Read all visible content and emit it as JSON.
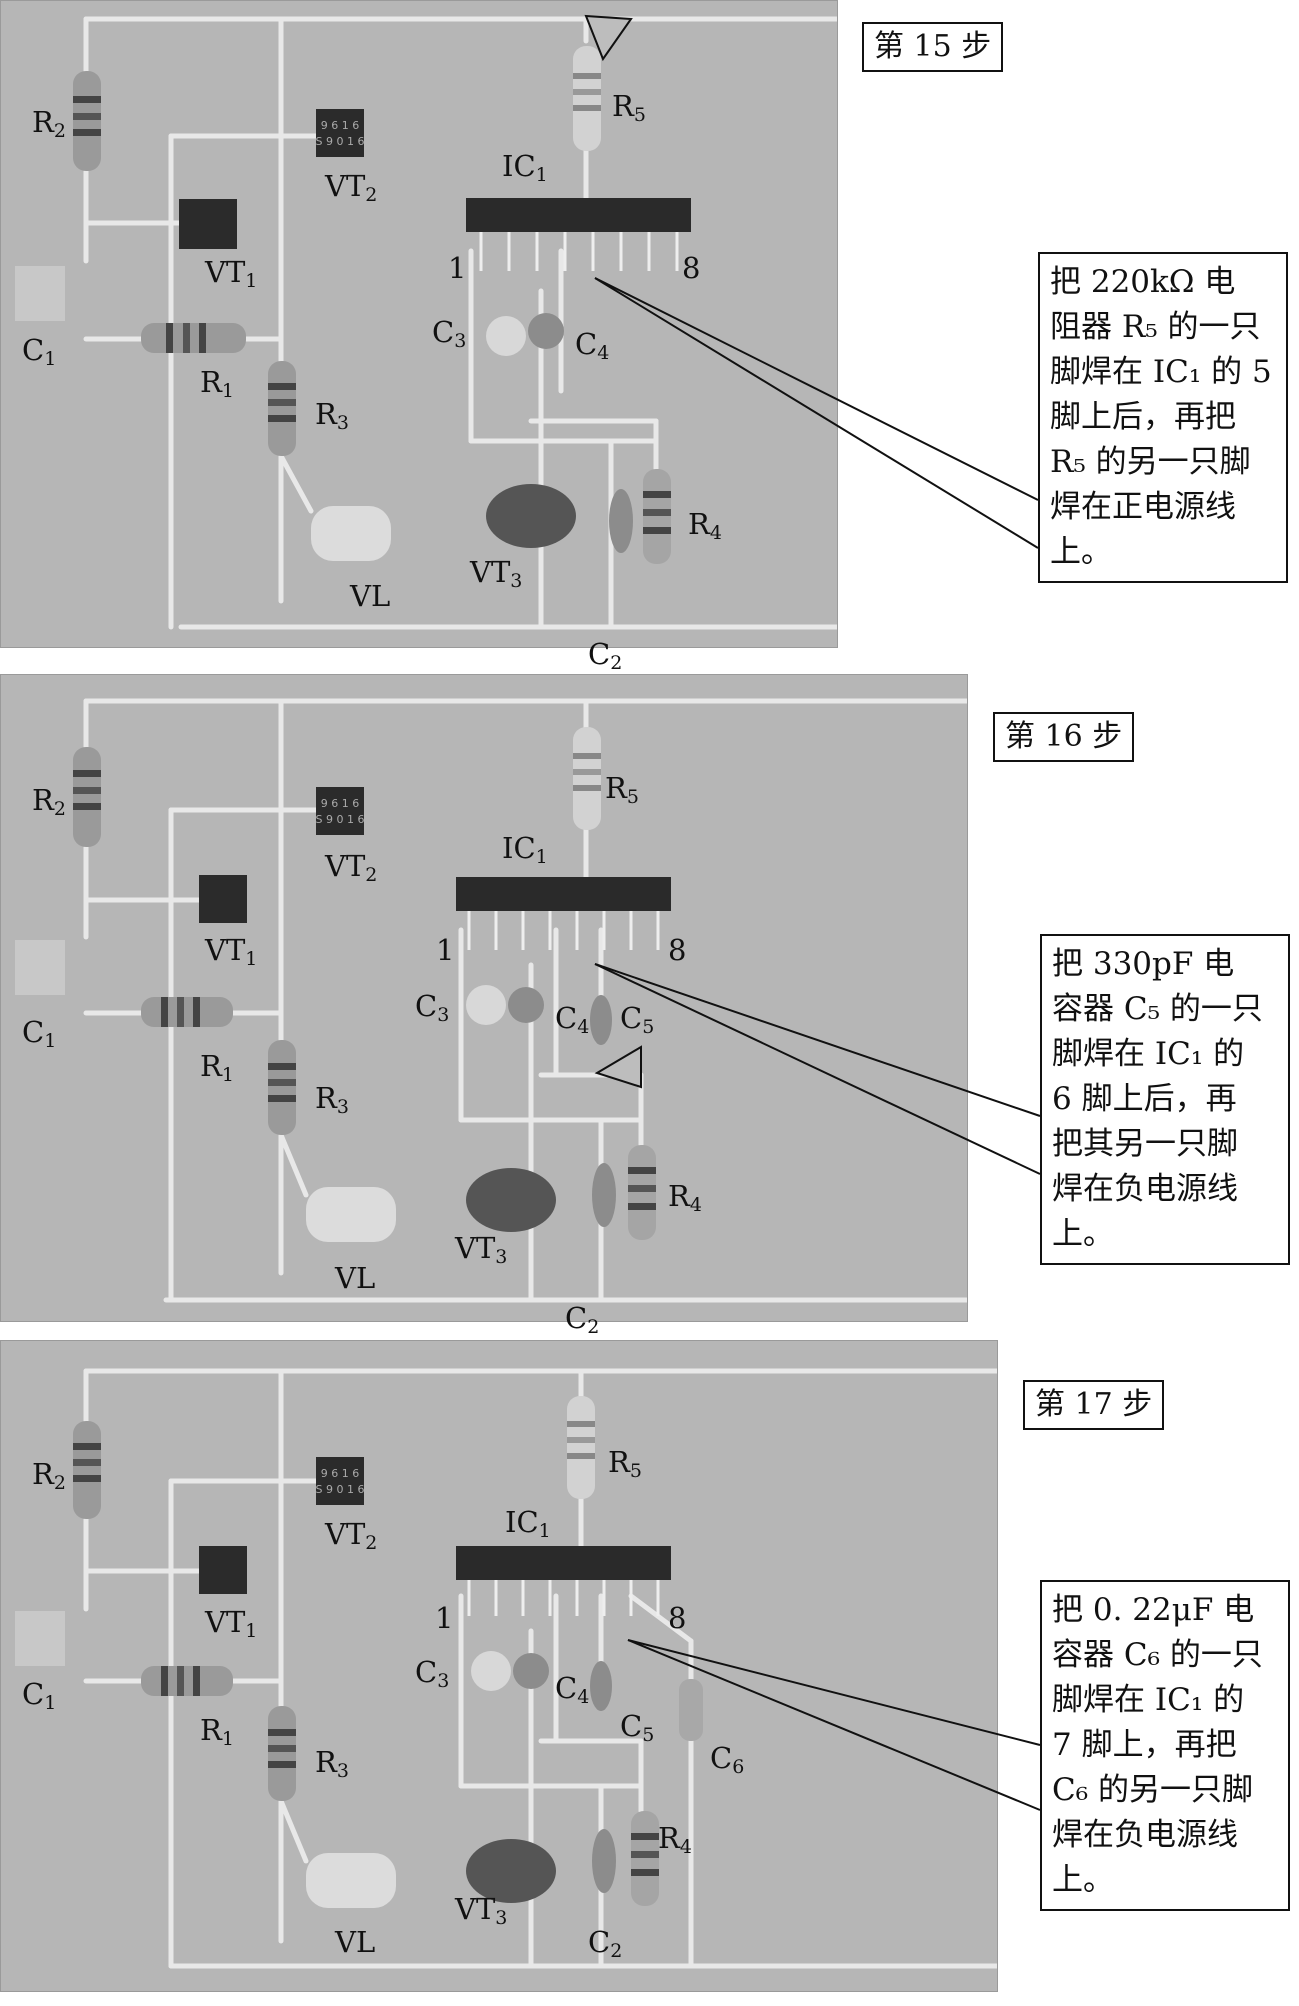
{
  "panels": [
    {
      "step": "第 15 步",
      "callout": [
        "把 220kΩ 电",
        "阻器 R₅ 的一只",
        "脚焊在 IC₁ 的 5",
        "脚上后，再把",
        "R₅ 的另一只脚",
        "焊在正电源线",
        "上。"
      ]
    },
    {
      "step": "第 16 步",
      "callout": [
        "把 330pF 电",
        "容器 C₅ 的一只",
        "脚焊在 IC₁ 的",
        "6 脚上后，再",
        "把其另一只脚",
        "焊在负电源线",
        "上。"
      ]
    },
    {
      "step": "第 17 步",
      "callout": [
        "把 0. 22μF 电",
        "容器 C₆ 的一只",
        "脚焊在 IC₁ 的",
        "7 脚上，再把",
        "C₆ 的另一只脚",
        "焊在负电源线",
        "上。"
      ]
    }
  ],
  "labels": {
    "R2": "R",
    "R2_sub": "2",
    "VT2": "VT",
    "VT2_sub": "2",
    "VT1": "VT",
    "VT1_sub": "1",
    "C1": "C",
    "C1_sub": "1",
    "R1": "R",
    "R1_sub": "1",
    "R3": "R",
    "R3_sub": "3",
    "VL": "VL",
    "R5": "R",
    "R5_sub": "5",
    "IC1": "IC",
    "IC1_sub": "1",
    "pin1": "1",
    "pin8": "8",
    "C3": "C",
    "C3_sub": "3",
    "C4": "C",
    "C4_sub": "4",
    "C5": "C",
    "C5_sub": "5",
    "C6": "C",
    "C6_sub": "6",
    "R4": "R",
    "R4_sub": "4",
    "VT3": "VT",
    "VT3_sub": "3",
    "C2": "C",
    "C2_sub": "2"
  },
  "chip_markings": [
    "9 6 1 6",
    "S 9 0 1 6"
  ],
  "colors": {
    "photo_bg": "#b6b6b6",
    "wire": "#e6e6e6",
    "ink": "#111111"
  }
}
